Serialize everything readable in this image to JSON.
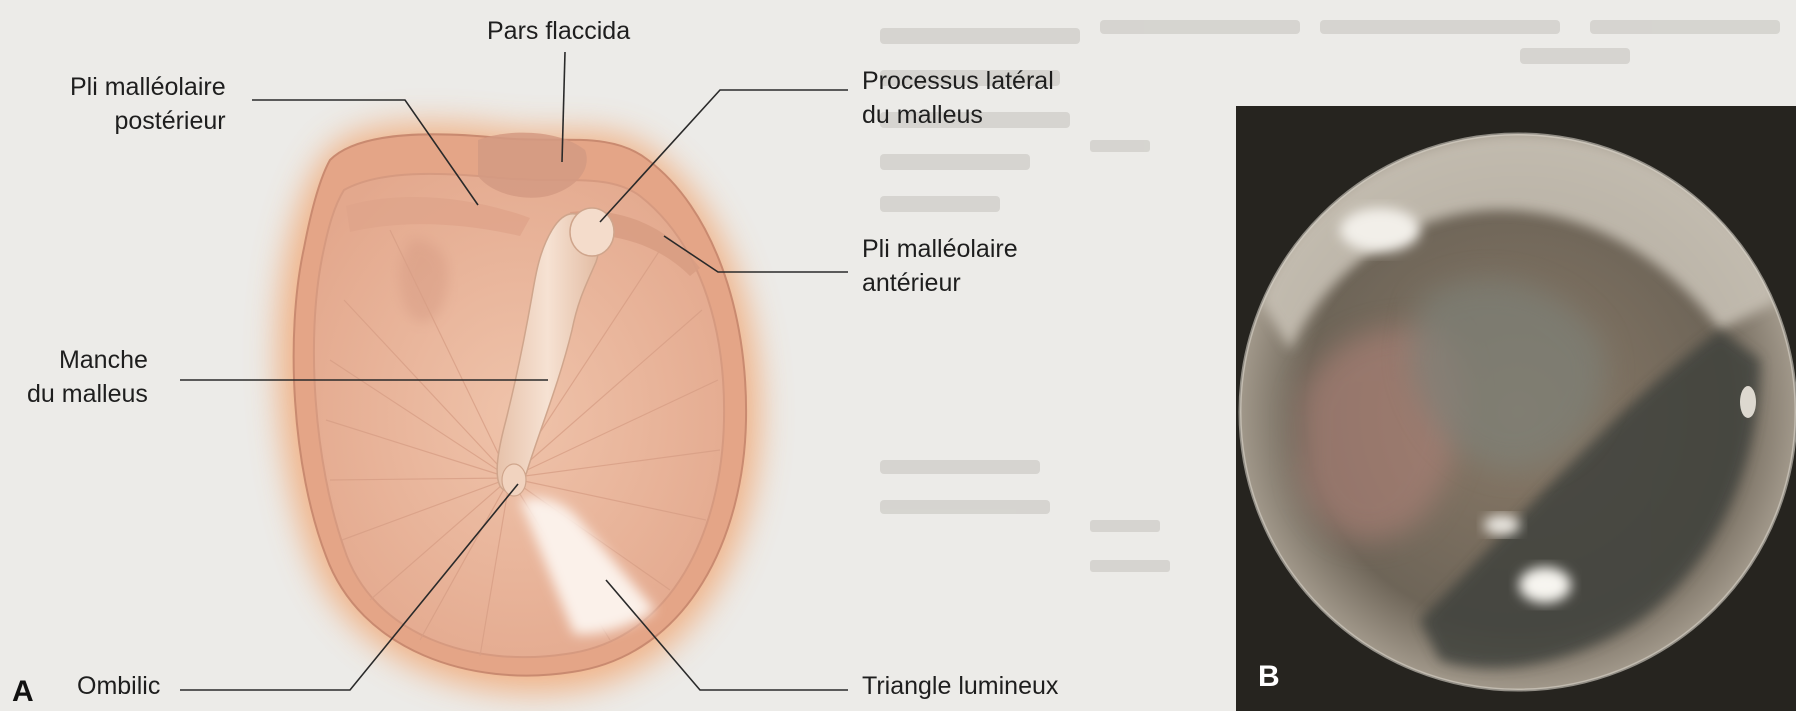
{
  "figure": {
    "panel_a_letter": "A",
    "panel_b_letter": "B",
    "labels": {
      "pars_flaccida": "Pars flaccida",
      "pli_posterieur": [
        "Pli malléolaire",
        "postérieur"
      ],
      "processus_lateral": [
        "Processus latéral",
        "du malleus"
      ],
      "pli_anterieur": [
        "Pli malléolaire",
        "antérieur"
      ],
      "manche": [
        "Manche",
        "du malleus"
      ],
      "ombilic": "Ombilic",
      "triangle": "Triangle lumineux"
    }
  },
  "colors": {
    "page": "#ecebe8",
    "membrane": "#e9b59c",
    "membrane_glow": "#f2a26b",
    "malleus": "#f0d6c2",
    "light_reflex": "#fbf1ea",
    "photo_frame": "#26241f",
    "leader_line": "#2a2a2a"
  }
}
